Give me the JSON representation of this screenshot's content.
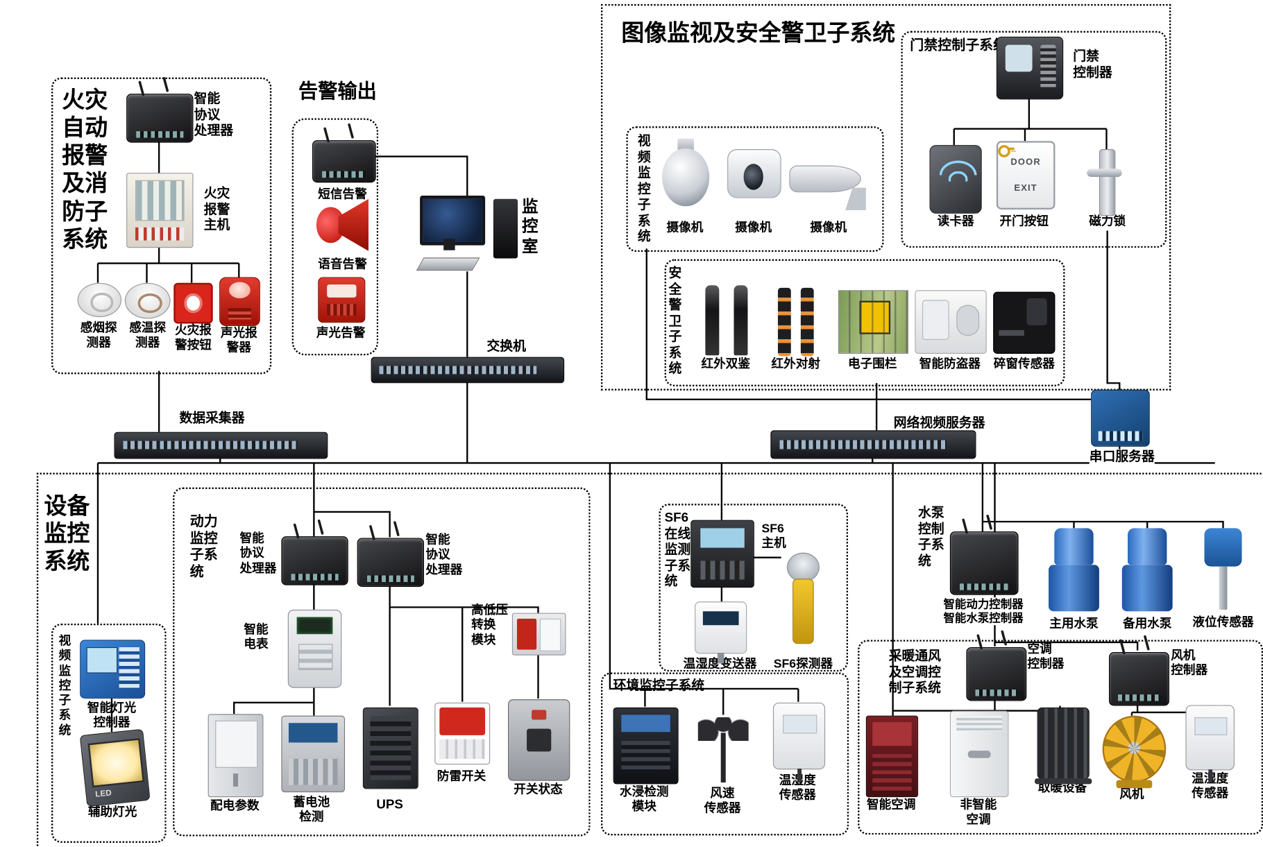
{
  "fire": {
    "title": "火灾\n自动\n报警\n及消\n防子\n系统",
    "protocol": "智能\n协议\n处理器",
    "host": "火灾\n报警\n主机",
    "smoke": "感烟探\n测器",
    "temp": "感温探\n测器",
    "button": "火灾报\n警按钮",
    "siren": "声光报\n警器"
  },
  "alarm_out": {
    "title": "告警输出",
    "sms": "短信告警",
    "voice": "语音告警",
    "sound_light": "声光告警"
  },
  "backbone": {
    "monitor_room": "监\n控\n室",
    "switch": "交换机",
    "data_collector": "数据采集器",
    "net_video_server": "网络视频服务器",
    "serial_server": "串口服务器"
  },
  "surv": {
    "title": "图像监视及安全警卫子系统",
    "access": {
      "title": "门禁控制子系统",
      "controller": "门禁\n控制器",
      "card_reader": "读卡器",
      "door_button": "开门按钮",
      "door_word": "DOOR",
      "exit_word": "EXIT",
      "magnetic_lock": "磁力锁"
    },
    "video": {
      "title": "视\n频\n监\n控\n子\n系\n统",
      "camera": "摄像机"
    },
    "guard": {
      "title": "安\n全\n警\n卫\n子\n系\n统",
      "ir_dual": "红外双鉴",
      "ir_beam": "红外对射",
      "fence": "电子围栏",
      "antitheft": "智能防盗器",
      "window_sensor": "碎窗传感器"
    }
  },
  "equip": {
    "title": "设备\n监控\n系统",
    "video": {
      "title": "视\n频\n监\n控\n子\n系\n统",
      "light_controller": "智能灯光\n控制器",
      "aux_light": "辅助灯光",
      "led_word": "LED"
    },
    "power": {
      "title": "动力\n监控\n子系\n统",
      "protocol": "智能\n协议\n处理器",
      "meter": "智能\n电表",
      "hvlv": "高低压\n转换\n模块",
      "params": "配电参数",
      "battery": "蓄电池\n检测",
      "ups": "UPS",
      "lightning": "防雷开关",
      "switch_status": "开关状态"
    },
    "sf6": {
      "title": "SF6\n在线\n监测\n子系\n统",
      "host": "SF6\n主机",
      "transmitter": "温湿度变送器",
      "detector": "SF6探测器"
    },
    "env": {
      "title": "环境监控子系统",
      "water": "水浸检测\n模块",
      "wind": "风速\n传感器",
      "th": "温湿度\n传感器"
    },
    "pump": {
      "title": "水泵\n控制\n子系\n统",
      "controller": "智能动力控制器\n智能水泵控制器",
      "main": "主用水泵",
      "backup": "备用水泵",
      "level": "液位传感器"
    },
    "hvac": {
      "title": "采暖通风\n及空调控\n制子系统",
      "ac_controller": "空调\n控制器",
      "fan_controller": "风机\n控制器",
      "smart_ac": "智能空调",
      "plain_ac": "非智能\n空调",
      "heater": "取暖设备",
      "fan": "风机",
      "th": "温湿度\n传感器"
    }
  }
}
